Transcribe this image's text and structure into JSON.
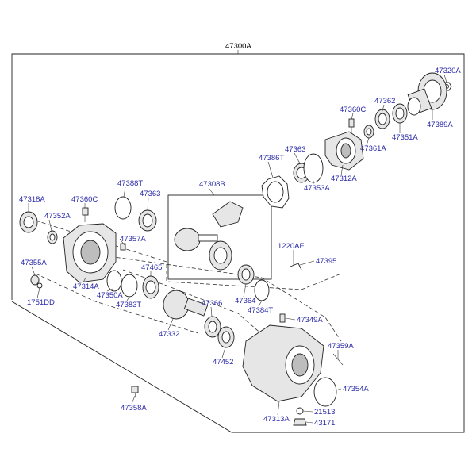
{
  "assembly_label": "47300A",
  "callouts": {
    "p47320A": "47320A",
    "p47362": "47362",
    "p47360C_top": "47360C",
    "p47389A": "47389A",
    "p47361A": "47361A",
    "p47351A": "47351A",
    "p47363_top": "47363",
    "p47386T": "47386T",
    "p47353A": "47353A",
    "p47312A": "47312A",
    "p47318A": "47318A",
    "p47360C_left": "47360C",
    "p47388T": "47388T",
    "p47363_mid": "47363",
    "p47308B": "47308B",
    "p47352A": "47352A",
    "p47357A": "47357A",
    "p1220AF": "1220AF",
    "p47395": "47395",
    "p47355A": "47355A",
    "p47314A": "47314A",
    "p47350A": "47350A",
    "p47465": "47465",
    "p1751DD": "1751DD",
    "p47383T": "47383T",
    "p47364": "47364",
    "p47384T": "47384T",
    "p47366": "47366",
    "p47349A": "47349A",
    "p47332": "47332",
    "p47359A": "47359A",
    "p47452": "47452",
    "p47354A": "47354A",
    "p47358A": "47358A",
    "p21513": "21513",
    "p47313A": "47313A",
    "p43171": "43171"
  }
}
